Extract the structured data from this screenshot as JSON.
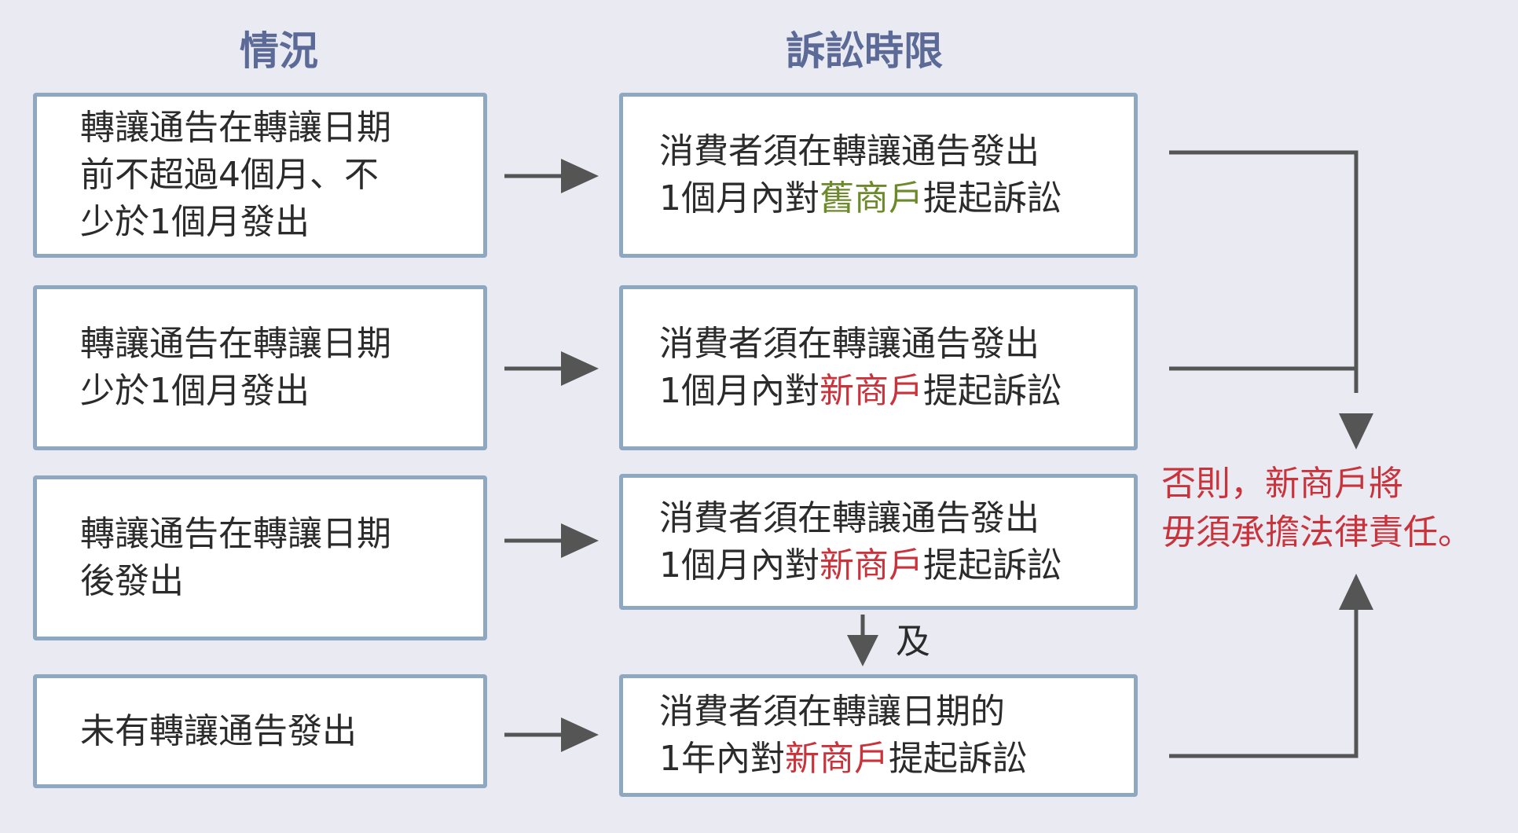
{
  "headers": {
    "situation": "情況",
    "time_limit": "訴訟時限"
  },
  "situations": [
    {
      "lines": [
        "轉讓通告在轉讓日期",
        "前不超過4個月、不",
        "少於1個月發出"
      ]
    },
    {
      "lines": [
        "轉讓通告在轉讓日期",
        "少於1個月發出"
      ]
    },
    {
      "lines": [
        "轉讓通告在轉讓日期",
        "後發出"
      ]
    },
    {
      "lines": [
        "未有轉讓通告發出"
      ]
    }
  ],
  "limits": [
    {
      "line1": "消費者須在轉讓通告發出",
      "pre": "1個月內對",
      "highlight": "舊商戶",
      "post": "提起訴訟"
    },
    {
      "line1": "消費者須在轉讓通告發出",
      "pre": "1個月內對",
      "highlight": "新商戶",
      "post": "提起訴訟"
    },
    {
      "line1": "消費者須在轉讓通告發出",
      "pre": "1個月內對",
      "highlight": "新商戶",
      "post": "提起訴訟"
    },
    {
      "line1": "消費者須在轉讓日期的",
      "pre": "1年內對",
      "highlight": "新商戶",
      "post": "提起訴訟"
    }
  ],
  "and_label": "及",
  "result": {
    "line1": "否則，新商戶將",
    "line2": "毋須承擔法律責任。"
  },
  "colors": {
    "header": "#5b6a96",
    "box_border": "#8fa8c1",
    "old_merchant": "#6d8a2a",
    "new_merchant": "#c9343c",
    "arrow": "#555555",
    "background": "#eaeaf3"
  }
}
